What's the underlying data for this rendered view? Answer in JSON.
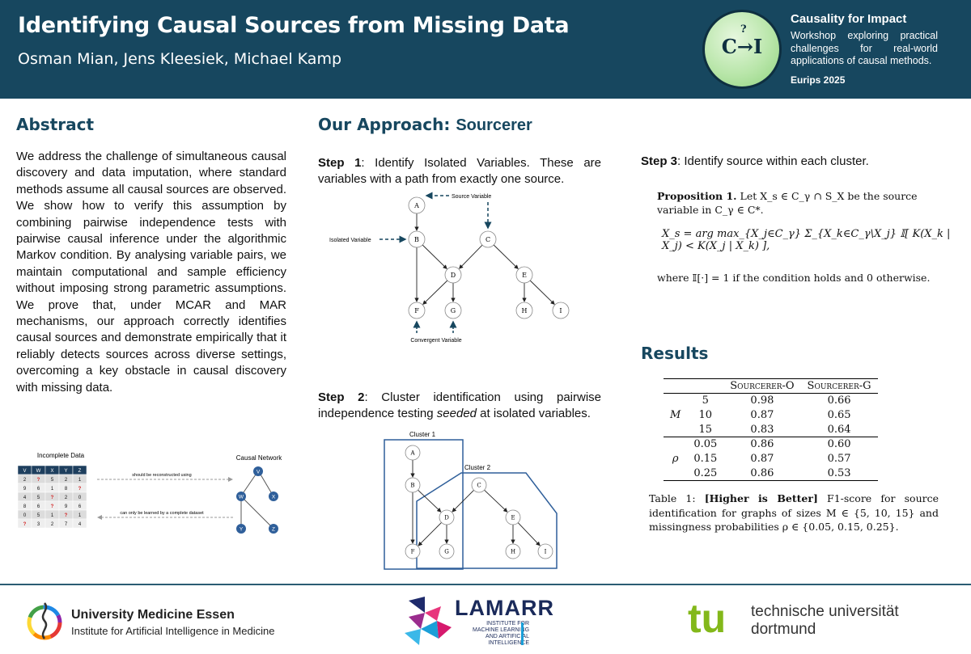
{
  "header": {
    "title": "Identifying Causal Sources from Missing Data",
    "authors": "Osman Mian, Jens Kleesiek, Michael Kamp",
    "logo_text": "C→I",
    "logo_q": "?",
    "workshop_title": "Causality for Impact",
    "workshop_desc": "Workshop exploring practical challenges for real-world applications of causal methods.",
    "venue": "Eurips 2025"
  },
  "abstract": {
    "heading": "Abstract",
    "text": "We address the challenge of simultaneous causal discovery and data imputation, where standard methods assume all causal sources are observed. We show how to verify this assumption by combining pairwise independence tests with pairwise causal inference under the algorithmic Markov condition. By analysing variable pairs, we maintain computational and sample efficiency without imposing strong parametric assumptions. We prove that, under MCAR and MAR mechanisms, our approach correctly identifies causal sources and demonstrate empirically that it reliably detects sources across diverse settings, overcoming a key obstacle in causal discovery with missing data."
  },
  "incomplete_figure": {
    "data_title": "Incomplete Data",
    "network_title": "Causal Network",
    "columns": [
      "V",
      "W",
      "X",
      "Y",
      "Z"
    ],
    "rows": [
      [
        "2",
        "?",
        "5",
        "2",
        "1"
      ],
      [
        "9",
        "6",
        "1",
        "8",
        "?"
      ],
      [
        "4",
        "5",
        "?",
        "2",
        "0"
      ],
      [
        "8",
        "6",
        "?",
        "9",
        "6"
      ],
      [
        "0",
        "5",
        "1",
        "?",
        "1"
      ],
      [
        "?",
        "3",
        "2",
        "7",
        "4"
      ]
    ],
    "arrow1_label": "should be reconstructed using",
    "arrow2_label": "can only be learned by a complete dataset",
    "nodes": [
      "V",
      "W",
      "X",
      "Y",
      "Z"
    ]
  },
  "approach": {
    "heading_prefix": "Our Approach: ",
    "heading_accent": "Sourcerer",
    "step1_label": "Step 1",
    "step1_text": ": Identify Isolated Variables. These are variables with a path from exactly one source.",
    "step2_label": "Step 2",
    "step2_text_a": ": Cluster identification using pairwise independence testing ",
    "step2_text_em": "seeded",
    "step2_text_b": " at isolated variables.",
    "step3_label": "Step 3",
    "step3_text": ": Identify source within each cluster."
  },
  "dag1": {
    "nodes": [
      "A",
      "B",
      "C",
      "D",
      "E",
      "F",
      "G",
      "H",
      "I"
    ],
    "label_source": "Source Variable",
    "label_isolated": "Isolated Variable",
    "label_convergent": "Convergent Variable"
  },
  "dag2": {
    "nodes": [
      "A",
      "B",
      "C",
      "D",
      "E",
      "F",
      "G",
      "H",
      "I"
    ],
    "cluster1": "Cluster 1",
    "cluster2": "Cluster 2"
  },
  "proposition": {
    "label": "Proposition 1.",
    "text": "Let X_s ∈ C_γ ∩ S_X be the source variable in C_γ ∈ C*.",
    "equation": "X_s = arg max_{X_j∈C_γ} Σ_{X_k∈C_γ\\X_j} 𝕀[ K(X_k | X_j) < K(X_j | X_k) ],",
    "where": "where 𝕀[·] = 1 if the condition holds and 0 otherwise."
  },
  "results": {
    "heading": "Results",
    "col_headers": [
      "Sourcerer-O",
      "Sourcerer-G"
    ],
    "group_m": "M",
    "group_rho": "ρ",
    "rows_m": [
      {
        "param": "5",
        "o": "0.98",
        "g": "0.66"
      },
      {
        "param": "10",
        "o": "0.87",
        "g": "0.65"
      },
      {
        "param": "15",
        "o": "0.83",
        "g": "0.64"
      }
    ],
    "rows_rho": [
      {
        "param": "0.05",
        "o": "0.86",
        "g": "0.60"
      },
      {
        "param": "0.15",
        "o": "0.87",
        "g": "0.57"
      },
      {
        "param": "0.25",
        "o": "0.86",
        "g": "0.53"
      }
    ],
    "caption_prefix": "Table 1: ",
    "caption_bold": "[Higher is Better]",
    "caption_text": " F1-score for source identification for graphs of sizes M ∈ {5, 10, 15} and missingness probabilities ρ ∈ {0.05, 0.15, 0.25}."
  },
  "footer": {
    "ume_name": "University Medicine Essen",
    "ume_inst": "Institute for Artificial Intelligence in Medicine",
    "lamarr_name": "LAMARR",
    "lamarr_sub": "INSTITUTE FOR MACHINE LEARNING AND ARTIFICIAL INTELLIGENCE",
    "tu_line1": "technische universität",
    "tu_line2": "dortmund",
    "tu_mark": "tu"
  },
  "colors": {
    "header_bg": "#17475f",
    "heading": "#17475f",
    "cluster": "#2f5f9a",
    "missing": "#d21f1f",
    "tu_green": "#83b81a"
  }
}
